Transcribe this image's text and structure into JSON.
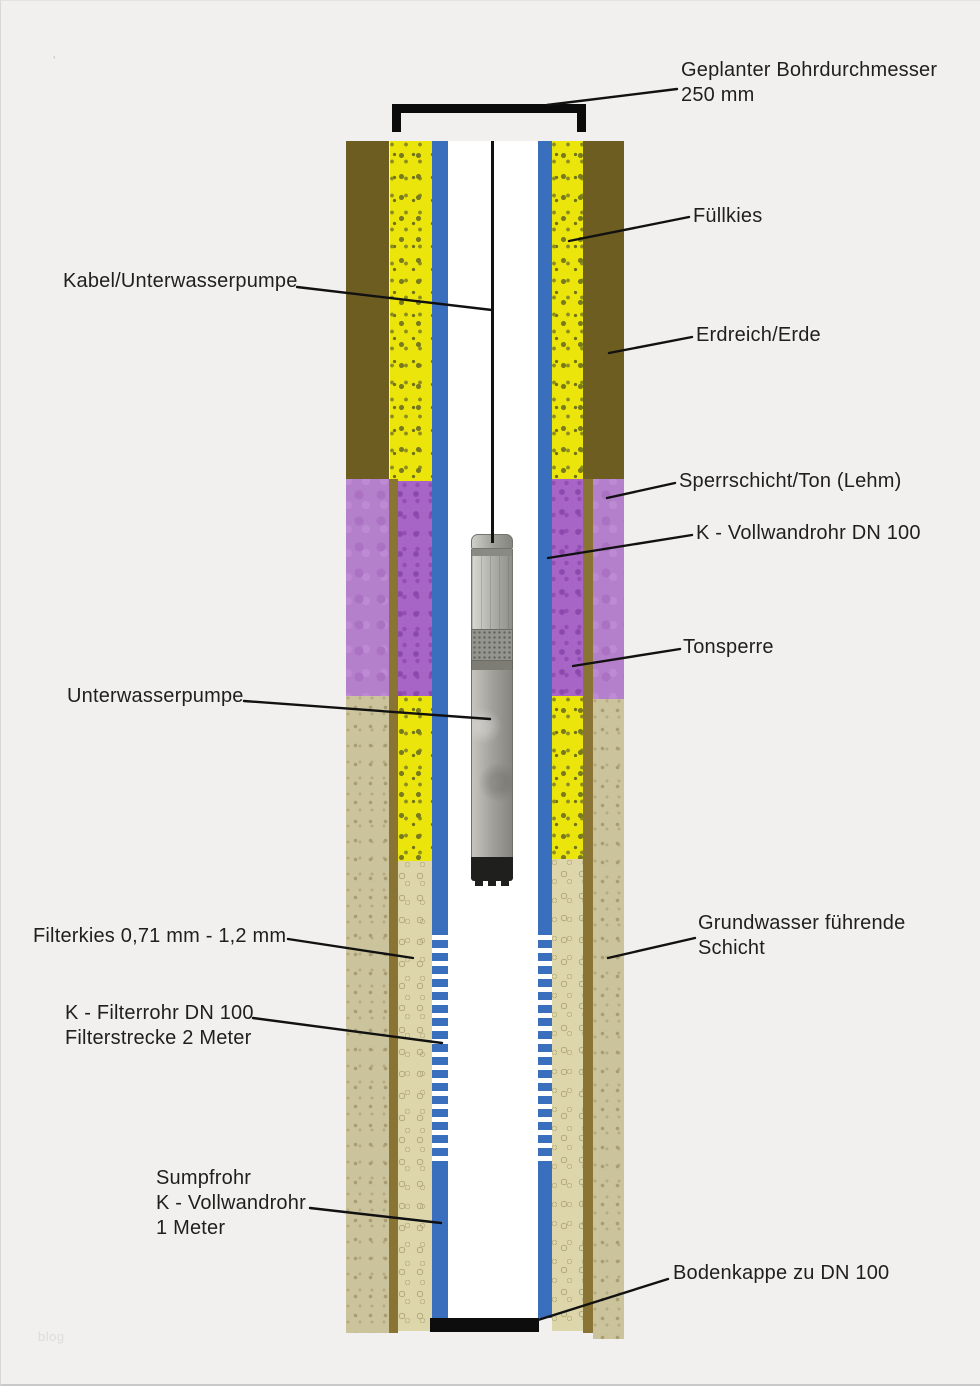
{
  "page": {
    "watermark": "blog",
    "artifact_mark": "'"
  },
  "colors": {
    "background": "#f1f0ee",
    "inner_white": "#ffffff",
    "earth_brown": "#6e5d21",
    "gravel_yellow": "#ebe50c",
    "pipe_blue": "#3a6fbe",
    "clay_soil_purple": "#b580cb",
    "clay_seal_purple": "#a765c5",
    "aquifer_tan": "#cbc39c",
    "filter_gravel_tan": "#ddd6ab",
    "borehole_wall_brown": "#8a7434",
    "line_black": "#111111"
  },
  "labels": {
    "bohrdurchmesser": [
      "Geplanter Bohrdurchmesser",
      "250 mm"
    ],
    "fuellkies": [
      "Füllkies"
    ],
    "kabel": [
      "Kabel/Unterwasserpumpe"
    ],
    "erdreich": [
      "Erdreich/Erde"
    ],
    "sperrschicht": [
      "Sperrschicht/Ton (Lehm)"
    ],
    "vollwandrohr": [
      "K - Vollwandrohr DN 100"
    ],
    "tonsperre": [
      "Tonsperre"
    ],
    "unterwasserpumpe": [
      "Unterwasserpumpe"
    ],
    "filterkies": [
      "Filterkies 0,71 mm - 1,2 mm"
    ],
    "grundwasser": [
      "Grundwasser führende",
      "Schicht"
    ],
    "filterrohr": [
      "K - Filterrohr DN 100",
      "Filterstrecke 2 Meter"
    ],
    "sumpfrohr": [
      "Sumpfrohr",
      "K - Vollwandrohr",
      "1 Meter"
    ],
    "bodenkappe": [
      "Bodenkappe zu DN 100"
    ]
  }
}
